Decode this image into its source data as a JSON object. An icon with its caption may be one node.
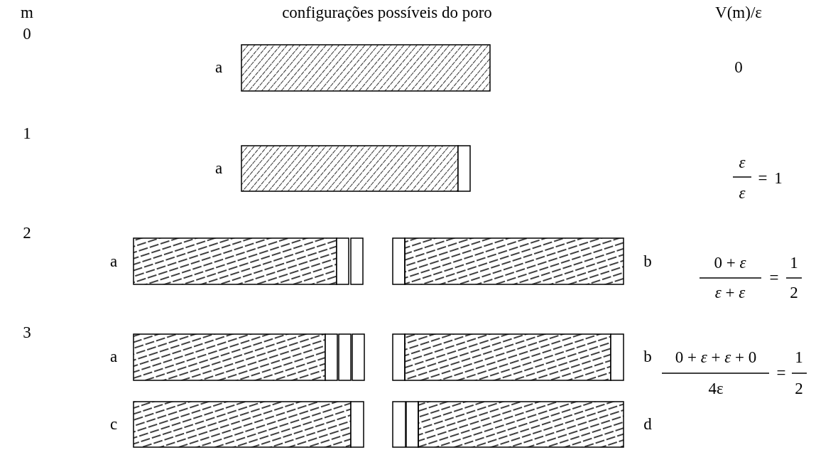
{
  "diagram": {
    "labels": [
      "m",
      "configurações possíveis do poro",
      "V(m)/ε",
      "0",
      "a",
      "0",
      "1",
      "a",
      "ε",
      "ε",
      "=",
      "1",
      "2",
      "a",
      "b",
      "0 + *ε*",
      "*ε* + *ε*",
      "=",
      "1",
      "2",
      "3",
      "a",
      "b",
      "0 + *ε* + *ε* + 0",
      "4ε",
      "=",
      "1",
      "2",
      "c",
      "d"
    ]
  }
}
